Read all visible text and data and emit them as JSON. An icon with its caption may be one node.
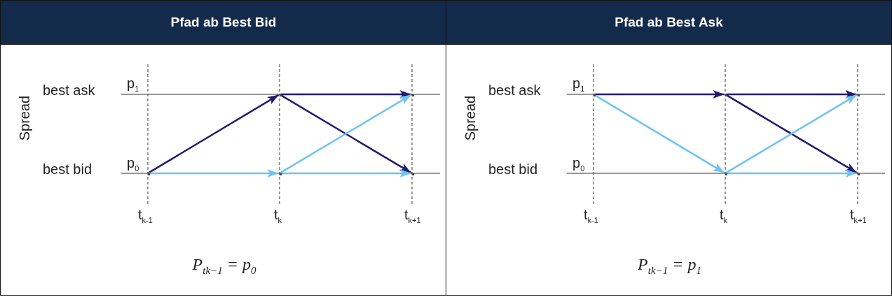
{
  "diagram": {
    "nodes": [
      {
        "text": [
          "Pfad ab Best Bid",
          "Spread",
          "best ask",
          "best bid",
          "p$_{1}$",
          "p$_{0}$",
          "t$_{k-1}$",
          "t$_{k}$",
          "t$_{k+1}$",
          "P$_{tk−1}$ = p$_{0}$"
        ]
      },
      {
        "text": [],
        "shape": "point",
        "in": 0
      },
      {
        "text": [],
        "shape": "point",
        "in": 0
      },
      {
        "text": [],
        "shape": "point",
        "in": 0
      },
      {
        "text": [],
        "shape": "point",
        "in": 0
      },
      {
        "text": [],
        "shape": "point",
        "in": 0
      },
      {
        "text": [
          "Pfad ab Best Ask",
          "Spread",
          "best ask",
          "best bid",
          "p$_{1}$",
          "p$_{0}$",
          "t$_{k-1}$",
          "t$_{k}$",
          "t$_{k+1}$",
          "P$_{tk−1}$ = p$_{1}$"
        ]
      },
      {
        "text": [],
        "shape": "point",
        "in": 6
      },
      {
        "text": [],
        "shape": "point",
        "in": 6
      },
      {
        "text": [],
        "shape": "point",
        "in": 6
      },
      {
        "text": [],
        "shape": "point",
        "in": 6
      },
      {
        "text": [],
        "shape": "point",
        "in": 6
      }
    ],
    "edges": [
      {
        "from": 1,
        "to": 2,
        "arrow": "to",
        "color": "#231a6b"
      },
      {
        "from": 1,
        "to": 3,
        "arrow": "to",
        "color": "#6ec3f0"
      },
      {
        "from": 2,
        "to": 4,
        "arrow": "to",
        "color": "#231a6b"
      },
      {
        "from": 2,
        "to": 5,
        "arrow": "to",
        "color": "#231a6b"
      },
      {
        "from": 3,
        "to": 4,
        "arrow": "to",
        "color": "#6ec3f0"
      },
      {
        "from": 3,
        "to": 5,
        "arrow": "to",
        "color": "#6ec3f0"
      },
      {
        "from": 7,
        "to": 8,
        "arrow": "to",
        "color": "#231a6b"
      },
      {
        "from": 7,
        "to": 9,
        "arrow": "to",
        "color": "#6ec3f0"
      },
      {
        "from": 8,
        "to": 10,
        "arrow": "to",
        "color": "#231a6b"
      },
      {
        "from": 8,
        "to": 11,
        "arrow": "to",
        "color": "#231a6b"
      },
      {
        "from": 9,
        "to": 10,
        "arrow": "to",
        "color": "#6ec3f0"
      },
      {
        "from": 9,
        "to": 11,
        "arrow": "to",
        "color": "#6ec3f0"
      }
    ]
  }
}
